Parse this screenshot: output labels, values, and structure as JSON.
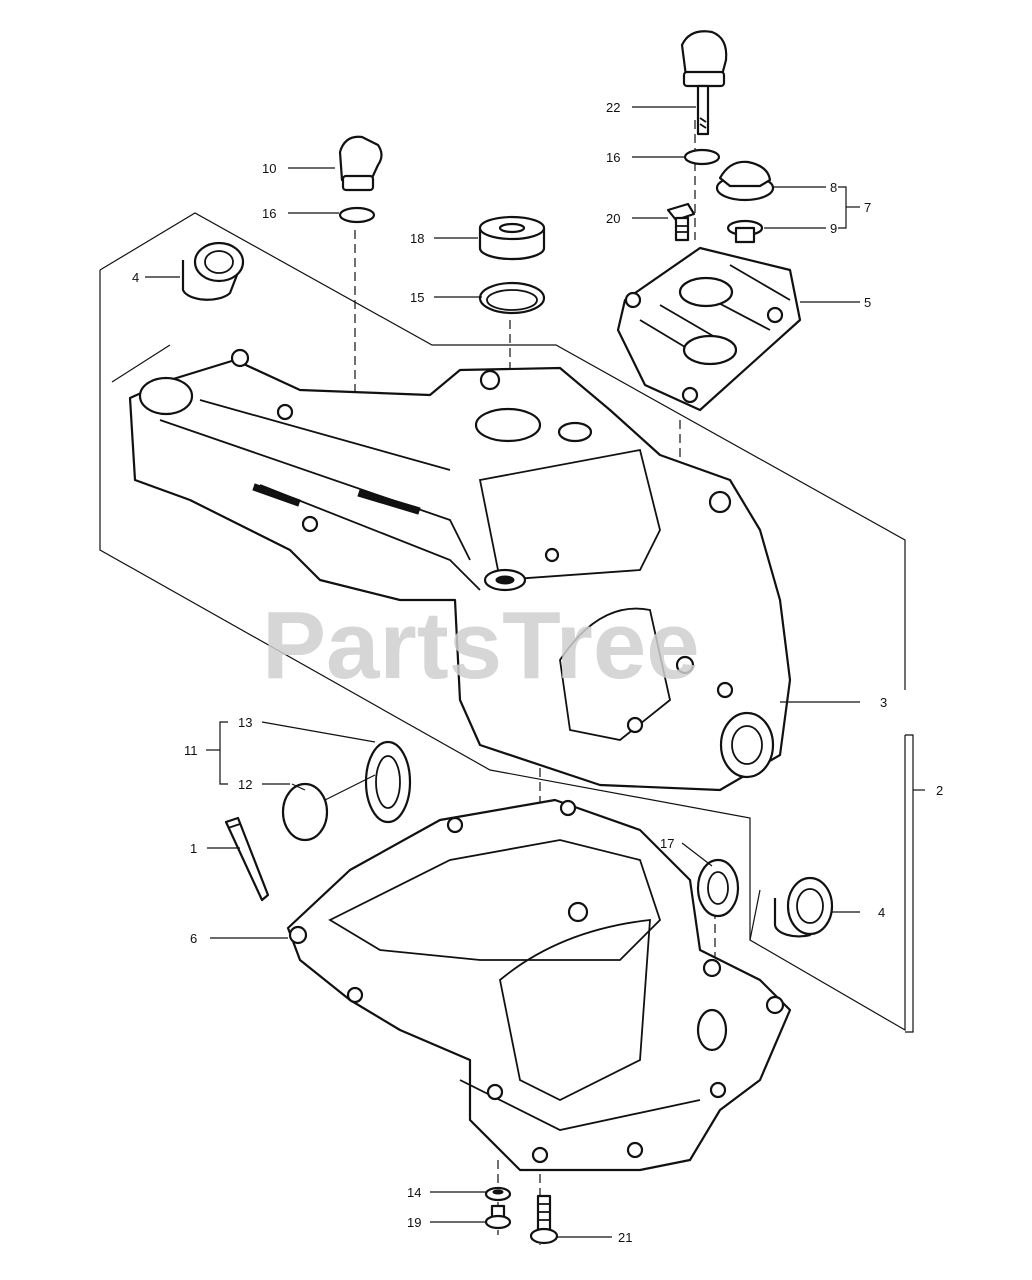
{
  "watermark": "PartsTree",
  "callouts": {
    "c22": "22",
    "c16a": "16",
    "c10": "10",
    "c16b": "16",
    "c8": "8",
    "c7": "7",
    "c20": "20",
    "c9": "9",
    "c18": "18",
    "c4a": "4",
    "c15": "15",
    "c5": "5",
    "c3": "3",
    "c13": "13",
    "c11": "11",
    "c12": "12",
    "c2": "2",
    "c1": "1",
    "c17": "17",
    "c6": "6",
    "c4b": "4",
    "c14": "14",
    "c19": "19",
    "c21": "21"
  }
}
